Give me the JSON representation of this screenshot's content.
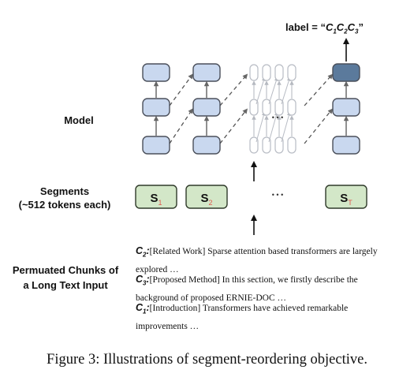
{
  "output_label": {
    "prefix": "label = “",
    "parts": [
      [
        "C",
        "1"
      ],
      [
        "C",
        "2"
      ],
      [
        "C",
        "3"
      ]
    ],
    "suffix": "”"
  },
  "labels": {
    "model": "Model",
    "segments_line1": "Segments",
    "segments_line2": "(~512 tokens each)",
    "chunks_line1": "Permuated Chunks of",
    "chunks_line2": "a Long Text Input"
  },
  "segments": [
    {
      "main": "S",
      "sub": "1"
    },
    {
      "main": "S",
      "sub": "2"
    },
    {
      "main": "S",
      "sub": "T"
    }
  ],
  "ellipsis": "• • •",
  "chunks": [
    {
      "id": "C",
      "sub": "2",
      "sep": ":",
      "text": "[Related Work] Sparse attention based transformers are largely explored …"
    },
    {
      "id": "C",
      "sub": "3",
      "sep": ":",
      "text": "[Proposed Method] In this section, we firstly describe the background of proposed ERNIE-DOC …"
    },
    {
      "id": "C",
      "sub": "1",
      "sep": ":",
      "text": "[Introduction] Transformers have achieved remarkable improvements …"
    }
  ],
  "caption": "Figure 3: Illustrations of segment-reordering objective.",
  "colors": {
    "node_fill": "#c9d8ef",
    "node_stroke": "#4a4f5a",
    "output_fill": "#5b7a9c",
    "ghost_stroke": "#b8bcc4",
    "segment_fill": "#d3e7c8",
    "segment_stroke": "#2f3a2a",
    "subscript_red": "#e0584e"
  }
}
